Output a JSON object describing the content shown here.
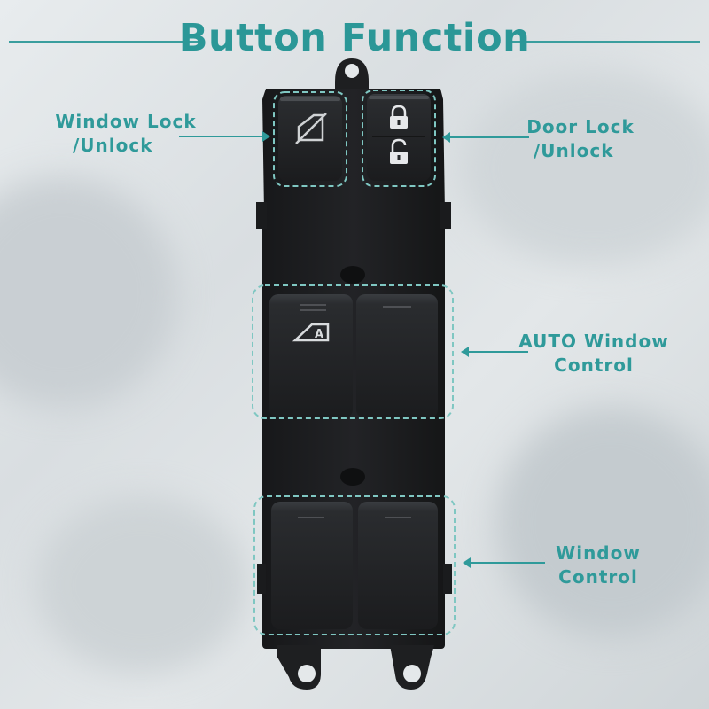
{
  "title": "Button Function",
  "labels": {
    "window_lock_line1": "Window Lock",
    "window_lock_line2": "/Unlock",
    "door_lock_line1": "Door Lock",
    "door_lock_line2": "/Unlock",
    "auto_window_line1": "AUTO Window",
    "auto_window_line2": "Control",
    "window_control_line1": "Window",
    "window_control_line2": "Control"
  },
  "icons": {
    "window_lock": "window-lock-icon",
    "door_lock": "padlock-closed-icon",
    "door_unlock": "padlock-open-icon",
    "auto_window": "auto-window-icon"
  },
  "colors": {
    "accent": "#2f9a9a",
    "switch_body": "#1c1d1f",
    "button": "#26282b"
  }
}
